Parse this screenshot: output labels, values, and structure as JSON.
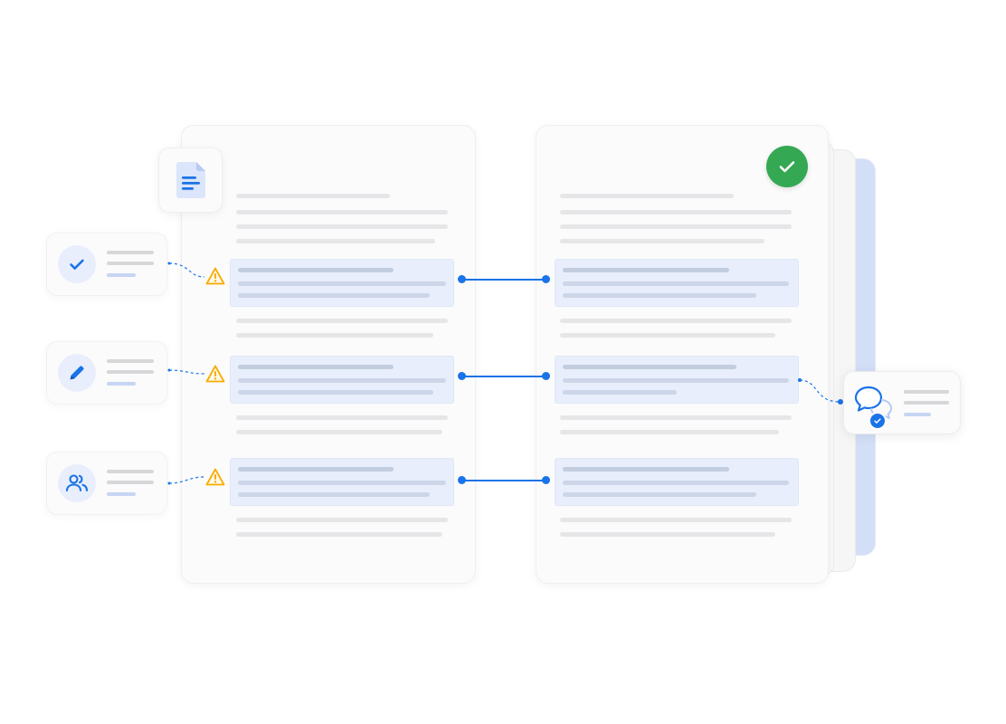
{
  "colors": {
    "accent": "#1a73e8",
    "success": "#34a853",
    "warning": "#f9ab00",
    "highlight": "#e8eefb",
    "skeleton": "#e6e6e8"
  },
  "source_document": {
    "icon": "document-icon",
    "highlighted_sections": 3,
    "issue_icon": "warning-icon"
  },
  "revised_document": {
    "status_icon": "check-circle-icon",
    "highlighted_sections": 3
  },
  "side_widgets": [
    {
      "name": "approval-widget",
      "icon": "check-icon"
    },
    {
      "name": "edit-widget",
      "icon": "pencil-icon"
    },
    {
      "name": "collaborators-widget",
      "icon": "people-icon"
    }
  ],
  "comment_widget": {
    "icon": "chat-bubbles-icon",
    "badge": "check-badge-icon"
  },
  "connectors": 3
}
